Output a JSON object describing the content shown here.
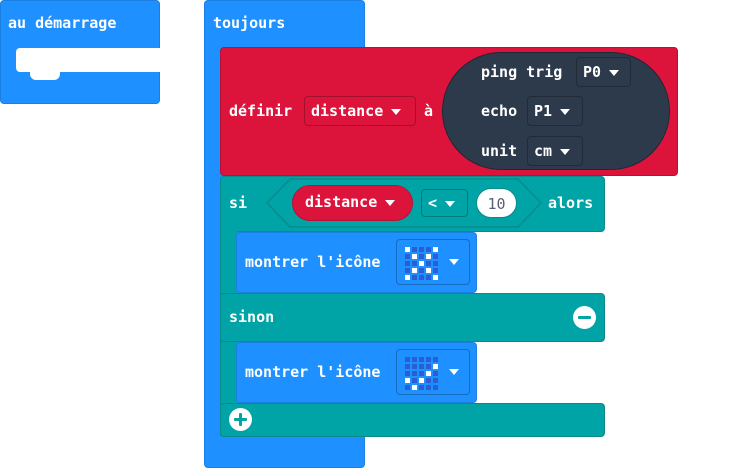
{
  "blocks": {
    "on_start": {
      "label": "au démarrage"
    },
    "forever": {
      "label": "toujours"
    },
    "set_var": {
      "label_set": "définir",
      "variable": "distance",
      "label_to": "à",
      "sonar": {
        "ping_label": "ping trig",
        "trig_pin": "P0",
        "echo_label": "echo",
        "echo_pin": "P1",
        "unit_label": "unit",
        "unit_value": "cm"
      }
    },
    "if_block": {
      "if_label": "si",
      "condition_var": "distance",
      "operator": "<",
      "compare_value": "10",
      "then_label": "alors",
      "else_label": "sinon",
      "show_icon_1": {
        "label": "montrer l'icône",
        "icon_name": "x-icon"
      },
      "show_icon_2": {
        "label": "montrer l'icône",
        "icon_name": "check-icon"
      }
    }
  },
  "colors": {
    "basic": "#1e90ff",
    "logic": "#00a4a6",
    "variables": "#dc143c",
    "pins": "#2d3a4b"
  }
}
